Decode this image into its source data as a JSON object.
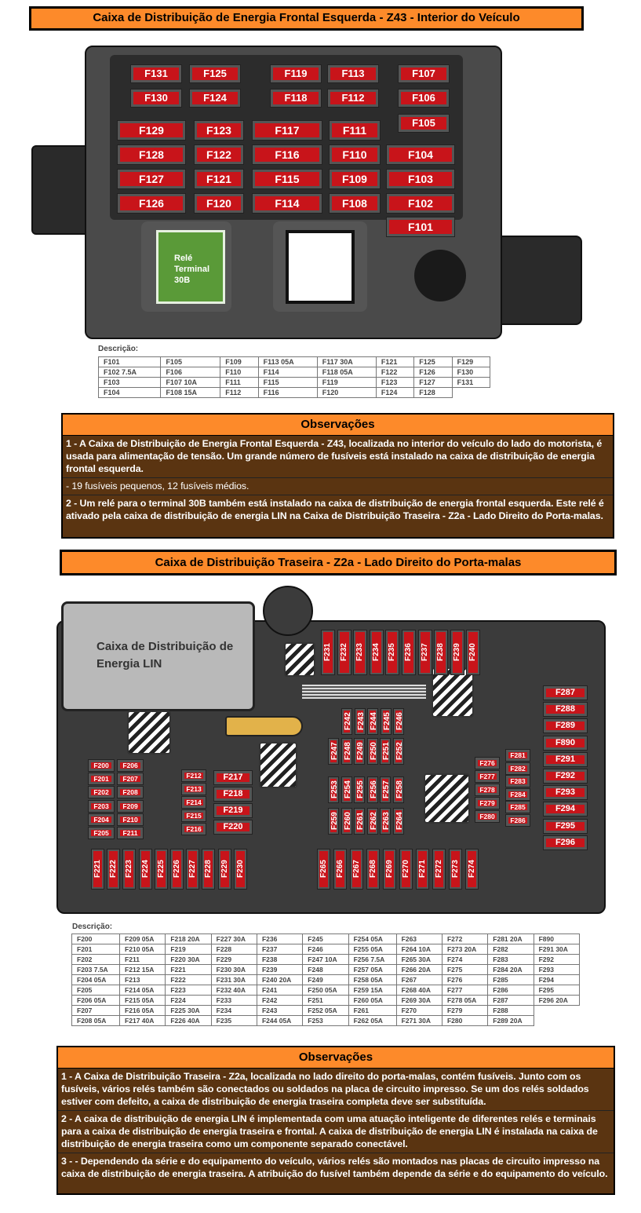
{
  "section1": {
    "title": "Caixa de Distribuição de Energia Frontal Esquerda - Z43 - Interior do Veículo",
    "relay_label": "Relé Terminal 30B",
    "fuses_small": [
      "F131",
      "F130",
      "F125",
      "F124",
      "F119",
      "F118",
      "F113",
      "F112",
      "F107",
      "F106",
      "F105"
    ],
    "fuses_medium": [
      "F129",
      "F128",
      "F127",
      "F126",
      "F123",
      "F122",
      "F121",
      "F120",
      "F117",
      "F116",
      "F115",
      "F114",
      "F111",
      "F110",
      "F109",
      "F108",
      "F104",
      "F103",
      "F102",
      "F101"
    ],
    "description_label": "Descrição:",
    "table": [
      [
        "F101",
        "F105",
        "F109",
        "F113 05A",
        "F117 30A",
        "F121",
        "F125",
        "F129"
      ],
      [
        "F102 7.5A",
        "F106",
        "F110",
        "F114",
        "F118 05A",
        "F122",
        "F126",
        "F130"
      ],
      [
        "F103",
        "F107 10A",
        "F111",
        "F115",
        "F119",
        "F123",
        "F127",
        "F131"
      ],
      [
        "F104",
        "F108 15A",
        "F112",
        "F116",
        "F120",
        "F124",
        "F128",
        ""
      ]
    ],
    "observations": {
      "title": "Observações",
      "items": [
        "1 - A Caixa de Distribuição de Energia Frontal Esquerda - Z43, localizada no interior do veículo do lado do motorista, é usada para alimentação de tensão. Um grande número de fusíveis está instalado na caixa de distribuição de energia frontal esquerda.",
        "- 19 fusíveis pequenos, 12 fusíveis médios.",
        "2 - Um relé para o terminal 30B também está instalado na caixa de distribuição de energia frontal esquerda. Este relé é ativado pela caixa de distribuição de energia LIN na Caixa de Distribuição Traseira - Z2a - Lado Direito do Porta-malas."
      ]
    }
  },
  "section2": {
    "title": "Caixa de Distribuição Traseira - Z2a - Lado Direito do Porta-malas",
    "lin_label": "Caixa de Distribuição de Energia LIN",
    "fuses_top": [
      "F231",
      "F232",
      "F233",
      "F234",
      "F235",
      "F236",
      "F237",
      "F238",
      "F239",
      "F240"
    ],
    "fuses_right": [
      "F287",
      "F288",
      "F289",
      "F890",
      "F291",
      "F292",
      "F293",
      "F294",
      "F295",
      "F296"
    ],
    "fuses_mid_a": [
      "F242",
      "F243",
      "F244",
      "F245",
      "F246"
    ],
    "fuses_mid_b": [
      "F247",
      "F248",
      "F249",
      "F250",
      "F251",
      "F252"
    ],
    "fuses_mid_c": [
      "F253",
      "F254",
      "F255",
      "F256",
      "F257",
      "F258"
    ],
    "fuses_mid_d": [
      "F259",
      "F260",
      "F261",
      "F262",
      "F263",
      "F264"
    ],
    "fuses_r1": [
      "F276",
      "F277",
      "F278",
      "F279",
      "F280"
    ],
    "fuses_r2": [
      "F281",
      "F282",
      "F283",
      "F284",
      "F285",
      "F286"
    ],
    "fuses_l1": [
      "F200",
      "F201",
      "F202",
      "F203",
      "F204",
      "F205"
    ],
    "fuses_l2": [
      "F206",
      "F207",
      "F208",
      "F209",
      "F210",
      "F211"
    ],
    "fuses_l3": [
      "F212",
      "F213",
      "F214",
      "F215",
      "F216"
    ],
    "fuses_l4": [
      "F217",
      "F218",
      "F219",
      "F220"
    ],
    "fuses_bottom_l": [
      "F221",
      "F222",
      "F223",
      "F224",
      "F225",
      "F226",
      "F227",
      "F228",
      "F229",
      "F230"
    ],
    "fuses_bottom_r": [
      "F265",
      "F266",
      "F267",
      "F268",
      "F269",
      "F270",
      "F271",
      "F272",
      "F273",
      "F274"
    ],
    "description_label": "Descrição:",
    "table": [
      [
        "F200",
        "F209 05A",
        "F218 20A",
        "F227 30A",
        "F236",
        "F245",
        "F254 05A",
        "F263",
        "F272",
        "F281 20A",
        "F890"
      ],
      [
        "F201",
        "F210 05A",
        "F219",
        "F228",
        "F237",
        "F246",
        "F255 05A",
        "F264 10A",
        "F273 20A",
        "F282",
        "F291 30A"
      ],
      [
        "F202",
        "F211",
        "F220 30A",
        "F229",
        "F238",
        "F247 10A",
        "F256 7.5A",
        "F265 30A",
        "F274",
        "F283",
        "F292"
      ],
      [
        "F203 7.5A",
        "F212 15A",
        "F221",
        "F230 30A",
        "F239",
        "F248",
        "F257 05A",
        "F266 20A",
        "F275",
        "F284 20A",
        "F293"
      ],
      [
        "F204 05A",
        "F213",
        "F222",
        "F231 30A",
        "F240 20A",
        "F249",
        "F258 05A",
        "F267",
        "F276",
        "F285",
        "F294"
      ],
      [
        "F205",
        "F214 05A",
        "F223",
        "F232 40A",
        "F241",
        "F250 05A",
        "F259 15A",
        "F268 40A",
        "F277",
        "F286",
        "F295"
      ],
      [
        "F206 05A",
        "F215 05A",
        "F224",
        "F233",
        "F242",
        "F251",
        "F260 05A",
        "F269 30A",
        "F278 05A",
        "F287",
        "F296 20A"
      ],
      [
        "F207",
        "F216 05A",
        "F225 30A",
        "F234",
        "F243",
        "F252 05A",
        "F261",
        "F270",
        "F279",
        "F288",
        ""
      ],
      [
        "F208 05A",
        "F217 40A",
        "F226 40A",
        "F235",
        "F244 05A",
        "F253",
        "F262 05A",
        "F271 30A",
        "F280",
        "F289 20A",
        ""
      ]
    ],
    "observations": {
      "title": "Observações",
      "items": [
        "1 - A Caixa de Distribuição Traseira - Z2a, localizada no lado direito do porta-malas, contém fusíveis. Junto com os fusíveis, vários relés também são conectados ou soldados na placa de circuito impresso. Se um dos relés soldados estiver com defeito, a caixa de distribuição de energia traseira completa deve ser substituída.",
        "2 - A caixa de distribuição de energia LIN é implementada com uma atuação inteligente de diferentes relés e terminais para a caixa de distribuição de energia traseira e frontal. A caixa de distribuição de energia LIN é instalada na caixa de distribuição de energia traseira como um componente separado conectável.",
        "3 - - Dependendo da série e do equipamento do veículo, vários relés são montados nas placas de circuito impresso na caixa de distribuição de energia traseira. A atribuição do fusível também depende da série e do equipamento do veículo."
      ]
    }
  }
}
